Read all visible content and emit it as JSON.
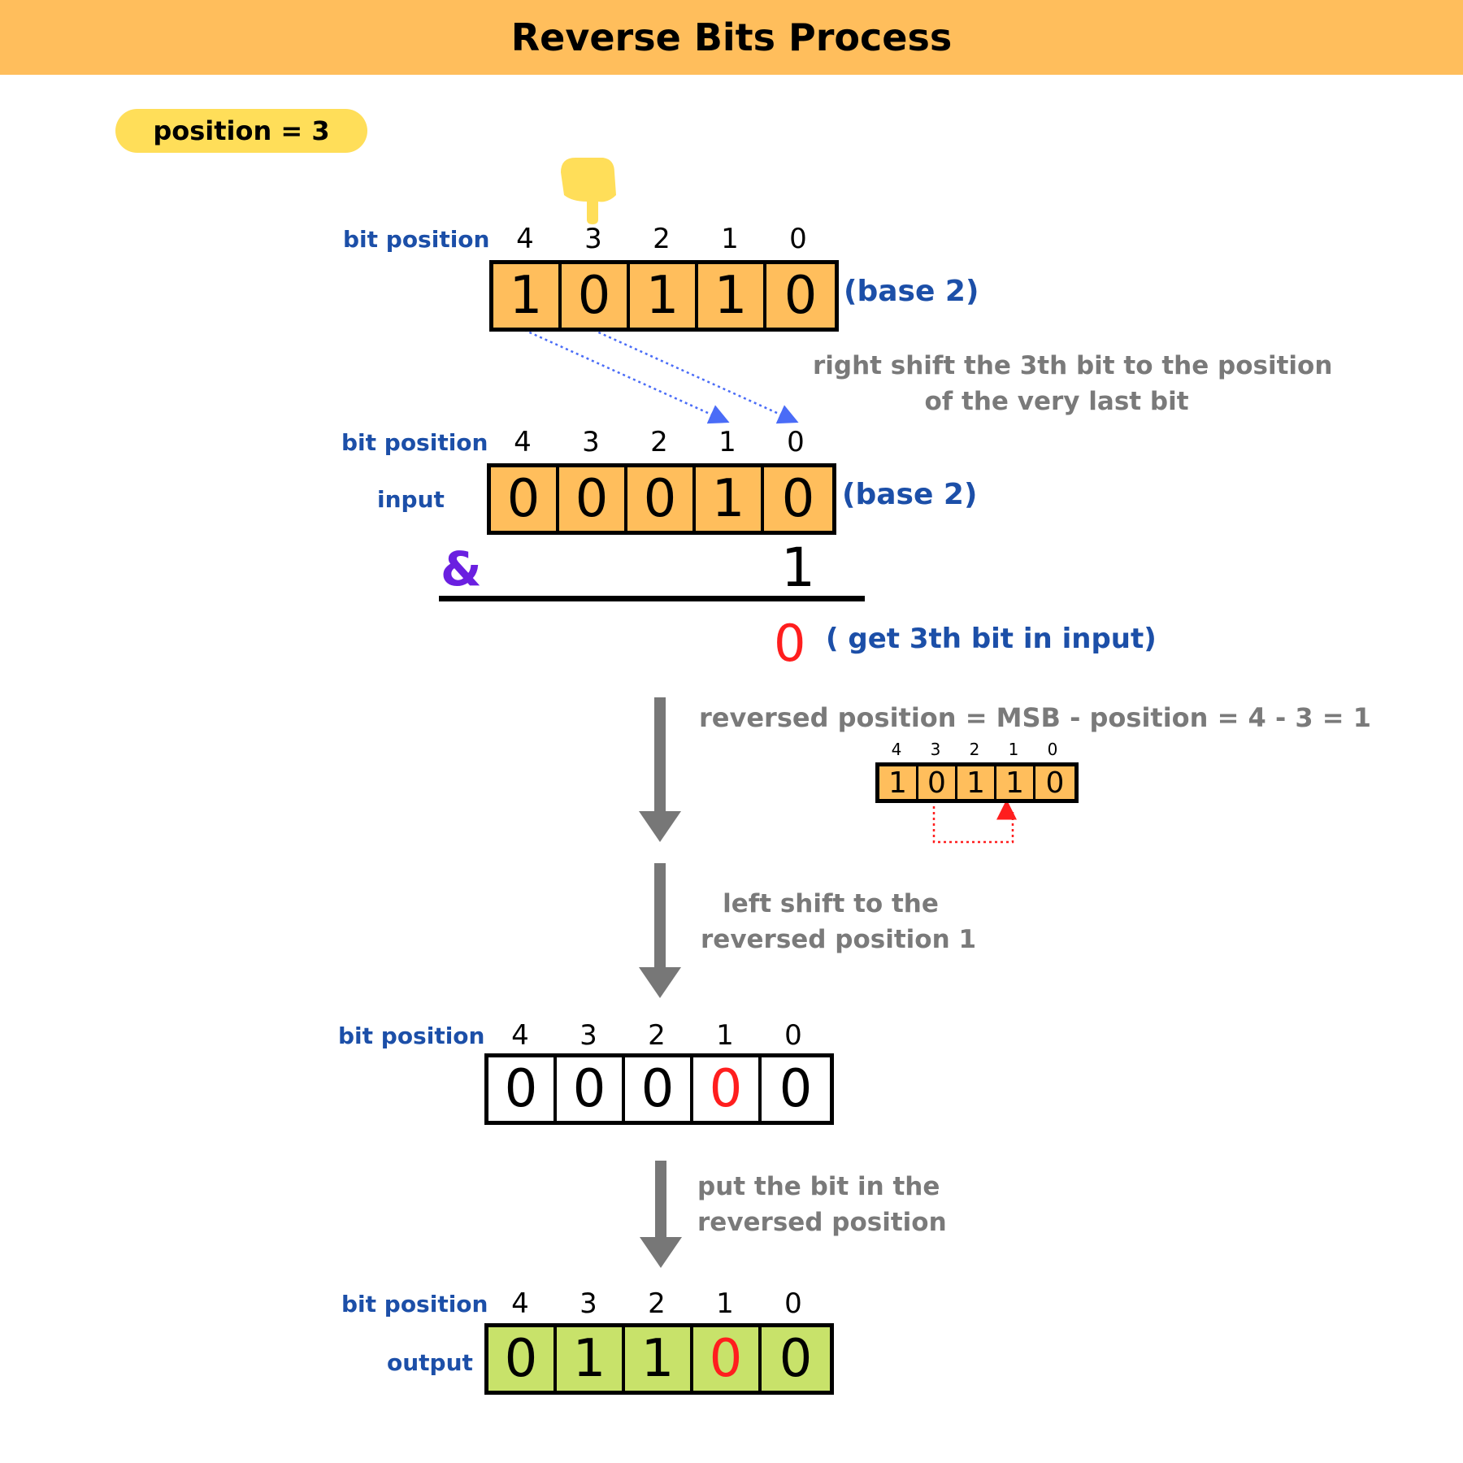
{
  "title": "Reverse Bits Process",
  "position_badge": "position = 3",
  "bit_position_label": "bit position",
  "base_label": "(base 2)",
  "indices": [
    "4",
    "3",
    "2",
    "1",
    "0"
  ],
  "row1": {
    "bits": [
      "1",
      "0",
      "1",
      "1",
      "0"
    ],
    "color": "#FFBE5C"
  },
  "note_right_shift": {
    "line1": "right shift the 3th bit to the position",
    "line2": "of the very last bit"
  },
  "row2": {
    "label": "input",
    "bits": [
      "0",
      "0",
      "0",
      "1",
      "0"
    ],
    "color": "#FFBE5C"
  },
  "and_op": {
    "symbol": "&",
    "operand": "1"
  },
  "result": {
    "value": "0",
    "text": "( get 3th bit in input)"
  },
  "note_reversed": "reversed position = MSB - position = 4 - 3 = 1",
  "mini": {
    "indices": [
      "4",
      "3",
      "2",
      "1",
      "0"
    ],
    "bits": [
      "1",
      "0",
      "1",
      "1",
      "0"
    ]
  },
  "note_left_shift": {
    "line1": "left shift to the",
    "line2": "reversed position 1"
  },
  "row3": {
    "bits": [
      "0",
      "0",
      "0",
      "0",
      "0"
    ],
    "highlight_index": 3,
    "color": "#FFFFFF"
  },
  "note_put": {
    "line1": "put the bit in the",
    "line2": "reversed position"
  },
  "row4": {
    "label": "output",
    "bits": [
      "0",
      "1",
      "1",
      "0",
      "0"
    ],
    "highlight_index": 3,
    "color": "#C8E26A"
  },
  "colors": {
    "header": "#FFBE5C",
    "badge": "#FFDE59",
    "label_blue": "#1C4FA8",
    "note_gray": "#7A7A7A",
    "highlight_red": "#FF1E1E",
    "ampersand": "#6A1FE0",
    "arrow_blue": "#4A6CF7"
  },
  "icons": [
    "pointing-hand-icon",
    "down-arrow-icon"
  ]
}
